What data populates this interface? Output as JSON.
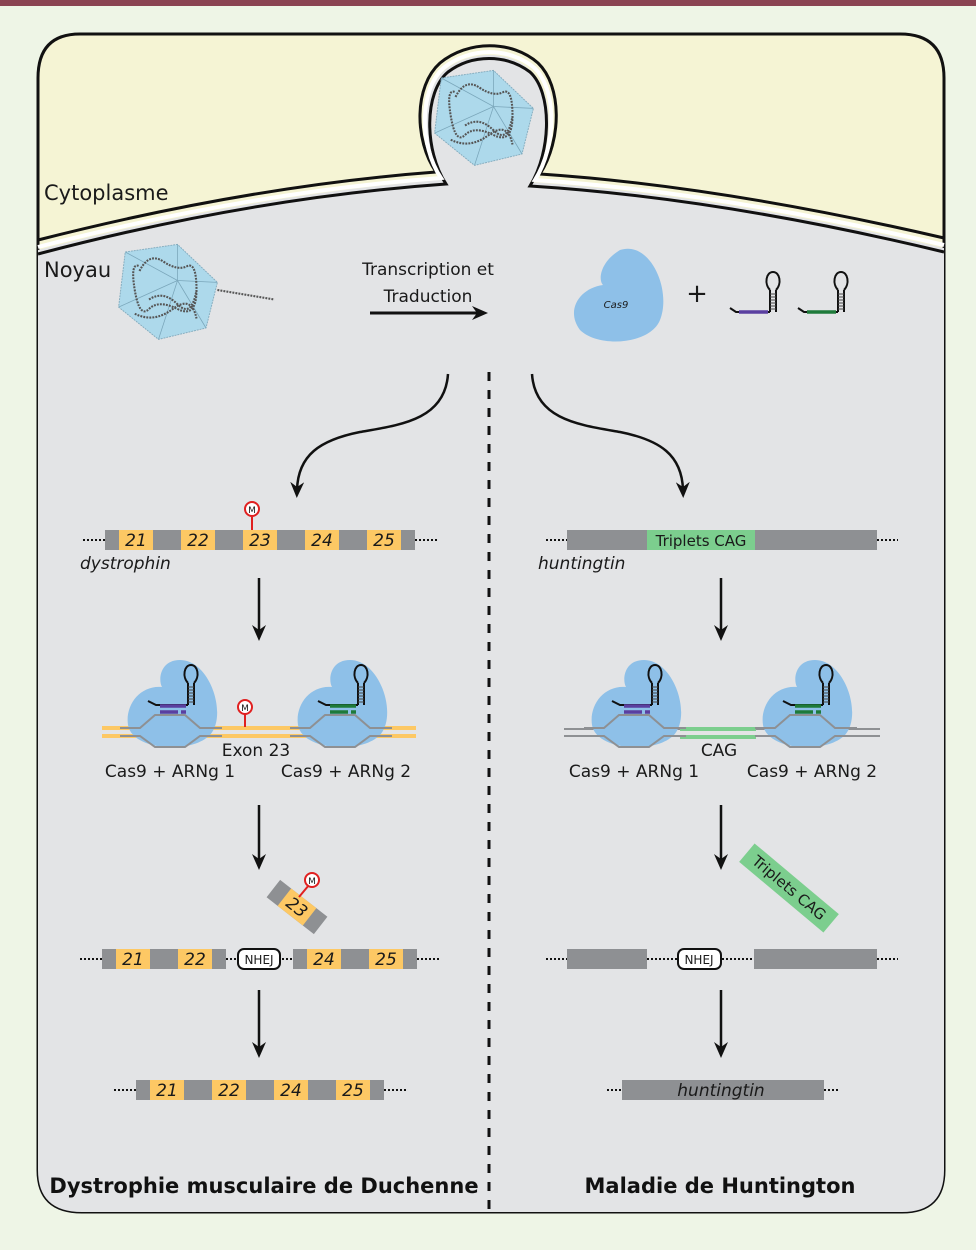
{
  "labels": {
    "cytoplasm": "Cytoplasme",
    "nucleus": "Noyau",
    "transcription_line1": "Transcription et",
    "transcription_line2": "Traduction",
    "cas9": "Cas9",
    "plus": "+",
    "mutation_marker": "M"
  },
  "colors": {
    "top_bar": "#8a4452",
    "background": "#eef5e6",
    "cytoplasm": "#f5f4d4",
    "nucleus": "#e3e4e6",
    "cas9": "#8ec0e8",
    "exon": "#fdc864",
    "intron": "#8e9093",
    "cag": "#7cce8e",
    "guide1": "#5a3fa0",
    "guide2": "#1e7a3a",
    "mutation": "#e02020"
  },
  "left_panel": {
    "title": "Dystrophie musculaire de Duchenne",
    "gene": "dystrophin",
    "exons_initial": [
      "21",
      "22",
      "23",
      "24",
      "25"
    ],
    "mutated_exon": "23",
    "complex1_label": "Cas9 + ARNg 1",
    "complex2_label": "Cas9 + ARNg 2",
    "target_label": "Exon 23",
    "excised_exon": "23",
    "repair_label": "NHEJ",
    "exons_after_cut": [
      "21",
      "22",
      "24",
      "25"
    ],
    "exons_final": [
      "21",
      "22",
      "24",
      "25"
    ]
  },
  "right_panel": {
    "title": "Maladie de Huntington",
    "gene": "huntingtin",
    "repeat_label": "Triplets CAG",
    "complex1_label": "Cas9 + ARNg 1",
    "complex2_label": "Cas9 + ARNg 2",
    "target_label": "CAG",
    "excised_label": "Triplets CAG",
    "repair_label": "NHEJ",
    "final_gene_label": "huntingtin"
  }
}
